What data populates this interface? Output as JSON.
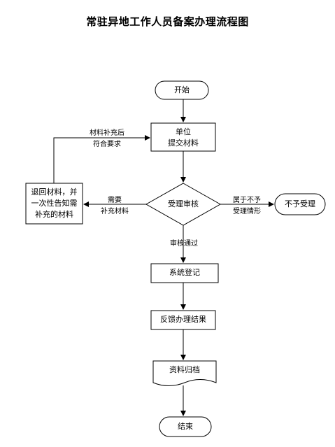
{
  "title": "常驻异地工作人员备案办理流程图",
  "nodes": {
    "start": "开始",
    "submit_line1": "单位",
    "submit_line2": "提交材料",
    "review": "受理审核",
    "reject": "不予受理",
    "return_line1": "退回材料，并",
    "return_line2": "一次性告知需",
    "return_line3": "补充的材料",
    "register": "系统登记",
    "feedback": "反馈办理结果",
    "archive": "资料归档",
    "end": "结束"
  },
  "edges": {
    "resubmit_line1": "材料补充后",
    "resubmit_line2": "符合要求",
    "need_line1": "需要",
    "need_line2": "补充材料",
    "reject_line1": "属于不予",
    "reject_line2": "受理情形",
    "pass": "审核通过"
  }
}
